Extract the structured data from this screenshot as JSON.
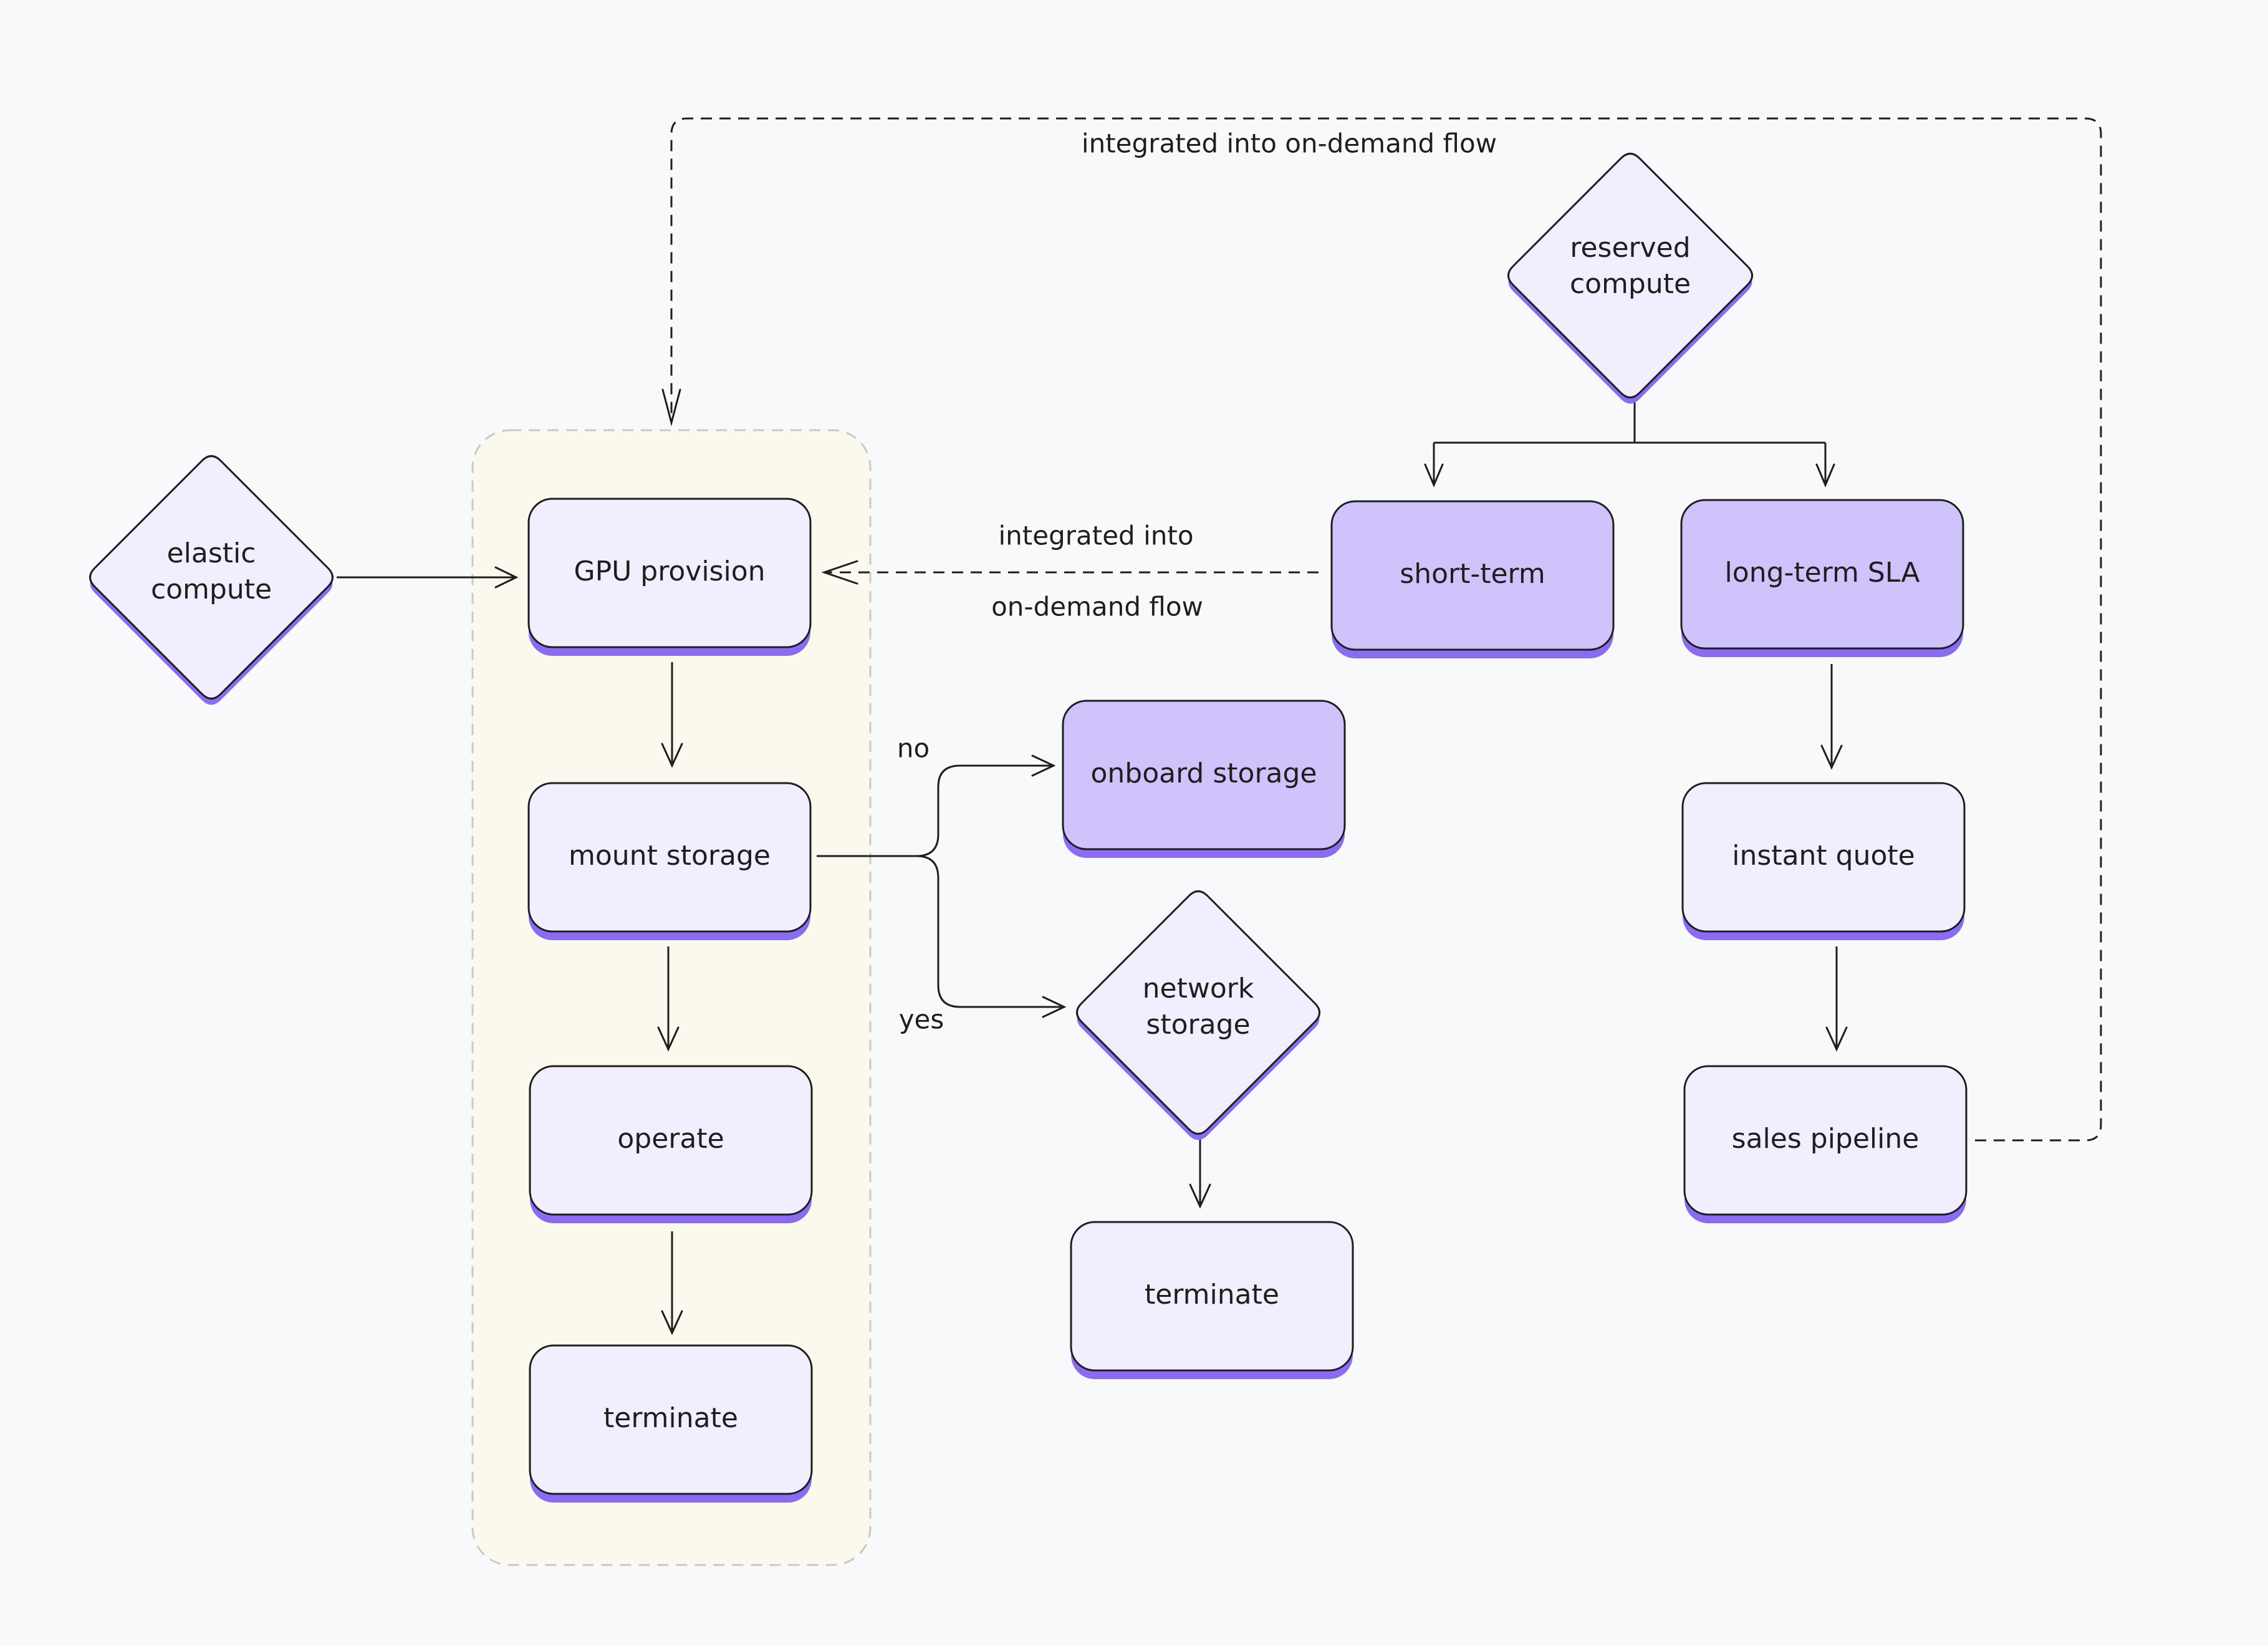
{
  "colors": {
    "background": "#f8f9fb",
    "node_light": "#f1eefd",
    "node_highlight": "#d0c2fb",
    "node_shadow": "#8b6cf0",
    "group_fill": "#fbf9ee",
    "group_border": "#c9c9c9",
    "stroke": "#1e1e1e"
  },
  "nodes": {
    "elastic_compute": {
      "line1": "elastic",
      "line2": "compute"
    },
    "reserved_compute": {
      "line1": "reserved",
      "line2": "compute"
    },
    "network_storage": {
      "line1": "network",
      "line2": "storage"
    },
    "gpu_provision": "GPU provision",
    "mount_storage": "mount storage",
    "operate": "operate",
    "terminate_main": "terminate",
    "onboard_storage": "onboard storage",
    "terminate_network": "terminate",
    "short_term": "short-term",
    "long_term_sla": "long-term SLA",
    "instant_quote": "instant quote",
    "sales_pipeline": "sales pipeline"
  },
  "edge_labels": {
    "no": "no",
    "yes": "yes",
    "integrated_top": "integrated into on-demand flow",
    "integrated_mid_line1": "integrated into",
    "integrated_mid_line2": "on-demand flow"
  }
}
